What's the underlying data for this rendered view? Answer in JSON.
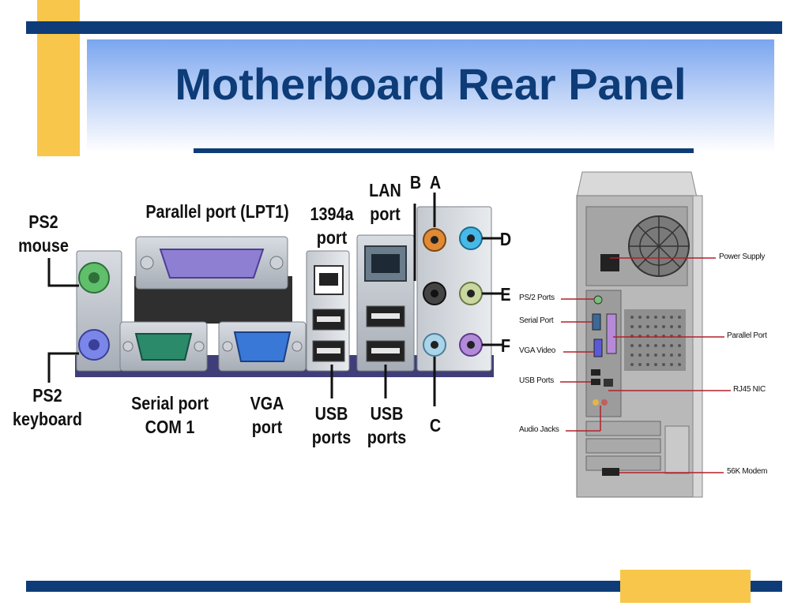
{
  "slide": {
    "title": "Motherboard Rear Panel"
  },
  "panel_labels": {
    "ps2_mouse": "PS2\nmouse",
    "ps2_keyboard": "PS2\nkeyboard",
    "parallel_port": "Parallel port (LPT1)",
    "serial_port": "Serial port\nCOM 1",
    "vga_port": "VGA\nport",
    "port_1394a": "1394a\nport",
    "lan_port": "LAN\nport",
    "usb_ports_1": "USB\nports",
    "usb_ports_2": "USB\nports",
    "jack_a": "A",
    "jack_b": "B",
    "jack_c": "C",
    "jack_d": "D",
    "jack_e": "E",
    "jack_f": "F"
  },
  "tower_labels": {
    "power_supply": "Power Supply",
    "ps2_ports": "PS/2 Ports",
    "serial_port": "Serial Port",
    "parallel_port": "Parallel Port",
    "vga_video": "VGA Video",
    "usb_ports": "USB Ports",
    "rj45_nic": "RJ45 NIC",
    "audio_jacks": "Audio Jacks",
    "modem_56k": "56K Modem"
  },
  "colors": {
    "navy_bar": "#0d3c78",
    "gold_accent": "#f8c64a",
    "title_text": "#0d3c78",
    "mouse_port": "#5fbf6a",
    "keyboard_port": "#7a86e8",
    "parallel_port": "#8f7fd2",
    "serial_port": "#2a8a6a",
    "vga_port": "#3a78d8",
    "leader_line_tower": "#b3202a"
  }
}
